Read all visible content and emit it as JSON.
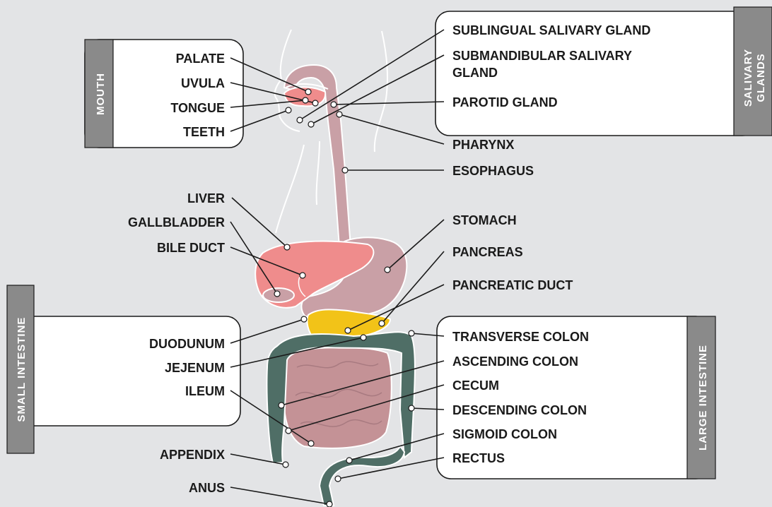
{
  "groups": {
    "mouth": "MOUTH",
    "salivary": [
      "SALIVARY",
      "GLANDS"
    ],
    "small_intestine": "SMALL INTESTINE",
    "large_intestine": "LARGE INTESTINE"
  },
  "labels": {
    "palate": "PALATE",
    "uvula": "UVULA",
    "tongue": "TONGUE",
    "teeth": "TEETH",
    "sublingual": "SUBLINGUAL SALIVARY GLAND",
    "submandibular_1": "SUBMANDIBULAR SALIVARY",
    "submandibular_2": "GLAND",
    "parotid": "PAROTID GLAND",
    "pharynx": "PHARYNX",
    "esophagus": "ESOPHAGUS",
    "liver": "LIVER",
    "gallbladder": "GALLBLADDER",
    "bile_duct": "BILE DUCT",
    "stomach": "STOMACH",
    "pancreas": "PANCREAS",
    "pancreatic_duct": "PANCREATIC DUCT",
    "duodunum": "DUODUNUM",
    "jejenum": "JEJENUM",
    "ileum": "ILEUM",
    "appendix": "APPENDIX",
    "anus": "ANUS",
    "transverse_colon": "TRANSVERSE COLON",
    "ascending_colon": "ASCENDING COLON",
    "cecum": "CECUM",
    "descending_colon": "DESCENDING COLON",
    "sigmoid_colon": "SIGMOID COLON",
    "rectus": "RECTUS"
  },
  "colors": {
    "background": "#e3e4e6",
    "tract": "#c9a0a6",
    "liver": "#ef8c8c",
    "pancreas": "#f2c318",
    "colon": "#4f6e66",
    "small_intestine": "#c49296",
    "tab": "#8a8a8a"
  }
}
